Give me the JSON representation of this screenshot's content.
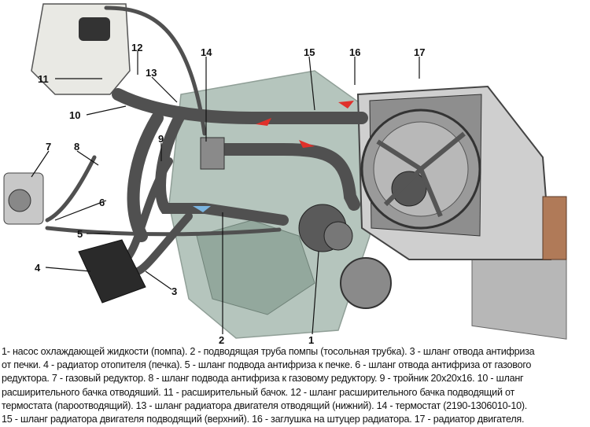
{
  "callouts": [
    "1",
    "2",
    "3",
    "4",
    "5",
    "6",
    "7",
    "8",
    "9",
    "10",
    "11",
    "12",
    "13",
    "14",
    "15",
    "16",
    "17"
  ],
  "caption_lines": [
    "1- насос охлаждающей жидкости (помпа). 2 - подводящая труба помпы (тосольная трубка). 3 - шланг отвода антифриза",
    "от печки. 4 - радиатор отопителя (печка). 5 - шланг подвода антифриза к печке. 6 - шланг отвода антифриза от газового",
    "редуктора. 7 - газовый редуктор. 8 - шланг подвода антифриза к газовому редуктору. 9 - тройник 20х20х16. 10 - шланг",
    "расширительного бачка отводяший. 11 - расширительный бачок. 12 - шланг расширительного бачка подводящий от",
    "термостата (пароотводящий). 13 - шланг радиатора двигателя отводящий (нижний). 14 - термостат (2190-1306010-10).",
    "15 - шланг радиатора двигателя подводящий (верхний). 16 - заглушка на штуцер радиатора. 17 - радиатор двигателя."
  ],
  "colors": {
    "engine": "#9fb3a8",
    "hose": "#4a4a4a",
    "flow_hot": "#e0302a",
    "flow_cold": "#7ab4e0",
    "radiator": "#8a8a8a"
  }
}
